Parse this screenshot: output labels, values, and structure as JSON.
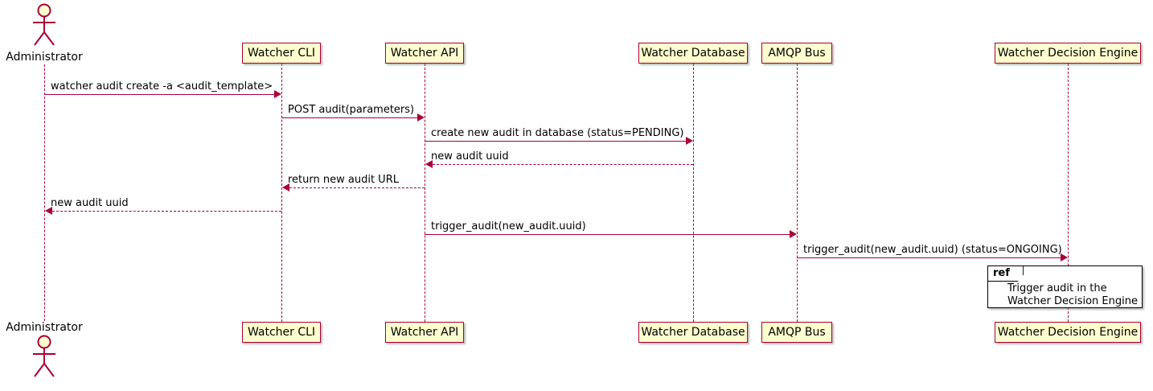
{
  "diagram": {
    "type": "uml-sequence-diagram",
    "colors": {
      "participant_fill": "#FEFECE",
      "line_and_border": "#A80036",
      "ref_border": "#000000",
      "text": "#000000",
      "background": "#FFFFFF"
    },
    "actor": {
      "name": "Administrator"
    },
    "participants": [
      {
        "name": "Watcher CLI"
      },
      {
        "name": "Watcher API"
      },
      {
        "name": "Watcher Database"
      },
      {
        "name": "AMQP Bus"
      },
      {
        "name": "Watcher Decision Engine"
      }
    ],
    "messages": [
      {
        "from": "Administrator",
        "to": "Watcher CLI",
        "label": "watcher audit create -a <audit_template>",
        "style": "solid"
      },
      {
        "from": "Watcher CLI",
        "to": "Watcher API",
        "label": "POST audit(parameters)",
        "style": "solid"
      },
      {
        "from": "Watcher API",
        "to": "Watcher Database",
        "label": "create new audit in database (status=PENDING)",
        "style": "solid"
      },
      {
        "from": "Watcher Database",
        "to": "Watcher API",
        "label": "new audit uuid",
        "style": "dashed"
      },
      {
        "from": "Watcher API",
        "to": "Watcher CLI",
        "label": "return new audit URL",
        "style": "dashed"
      },
      {
        "from": "Watcher CLI",
        "to": "Administrator",
        "label": "new audit uuid",
        "style": "dashed"
      },
      {
        "from": "Watcher API",
        "to": "AMQP Bus",
        "label": "trigger_audit(new_audit.uuid)",
        "style": "solid"
      },
      {
        "from": "AMQP Bus",
        "to": "Watcher Decision Engine",
        "label": "trigger_audit(new_audit.uuid) (status=ONGOING)",
        "style": "solid"
      }
    ],
    "ref": {
      "keyword": "ref",
      "text_line1": "Trigger audit in the",
      "text_line2": "Watcher Decision Engine"
    }
  }
}
